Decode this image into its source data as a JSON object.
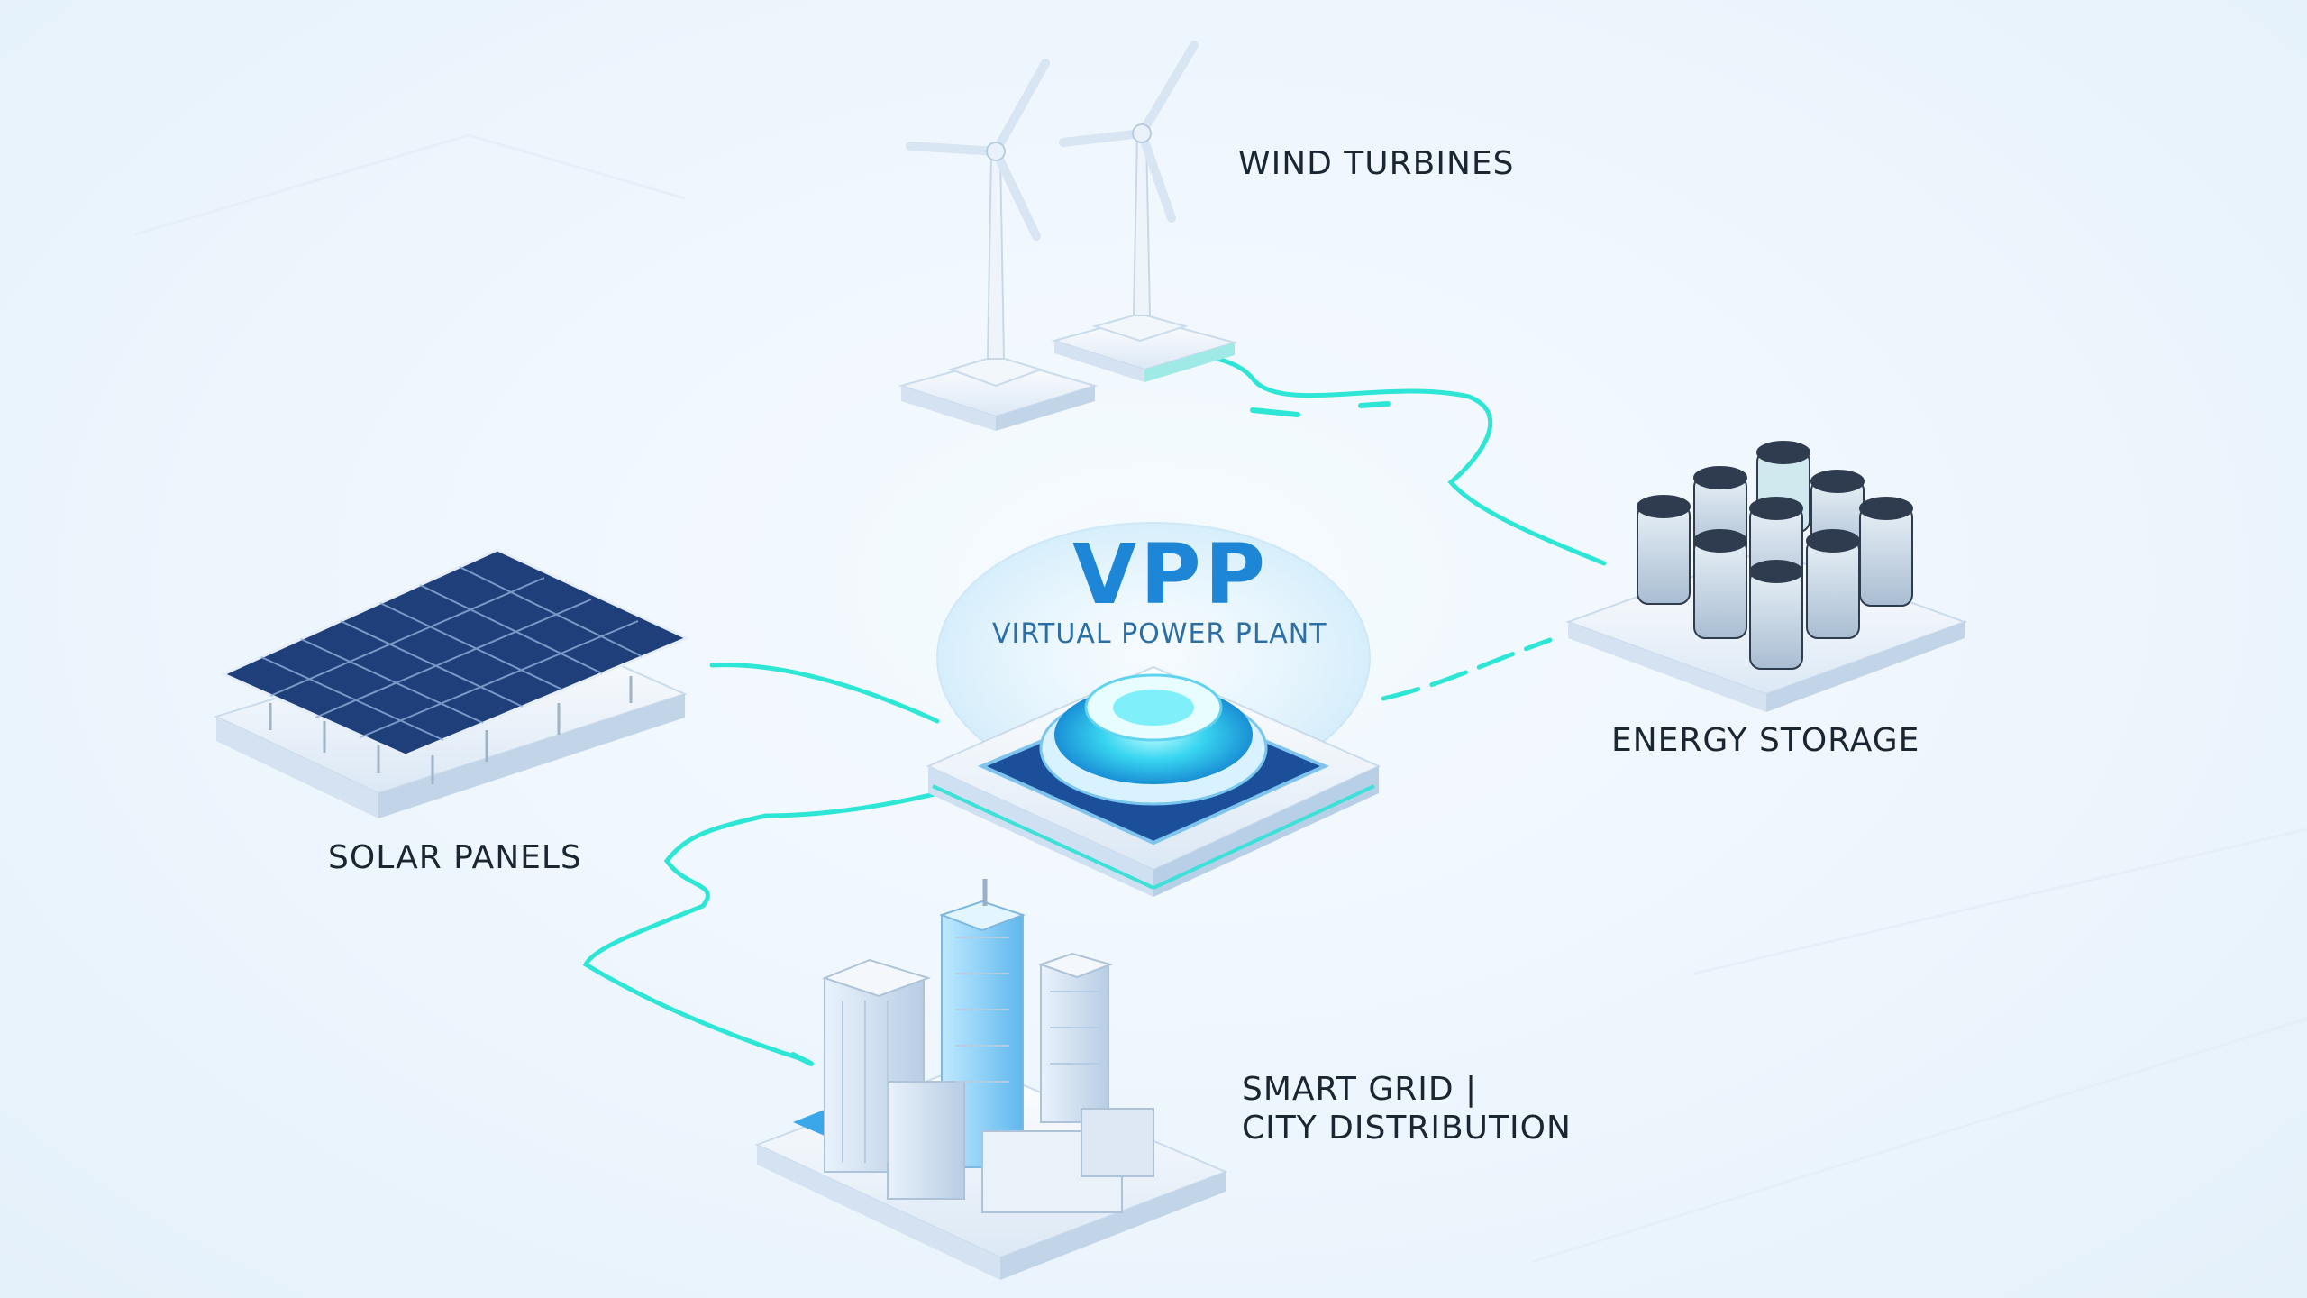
{
  "center": {
    "title": "VPP",
    "subtitle": "VIRTUAL POWER PLANT"
  },
  "nodes": {
    "wind": {
      "label": "WIND TURBINES",
      "icon": "wind-turbine-icon"
    },
    "storage": {
      "label": "ENERGY STORAGE",
      "icon": "battery-icon"
    },
    "solar": {
      "label": "SOLAR PANELS",
      "icon": "solar-panel-icon"
    },
    "grid": {
      "label_line1": "SMART GRID |",
      "label_line2": "CITY DISTRIBUTION",
      "icon": "city-buildings-icon"
    }
  },
  "colors": {
    "connector": "#2ee6d6",
    "accent": "#1d86d6",
    "platform": "#f4f8fc",
    "panel": "#1f3f7a"
  }
}
